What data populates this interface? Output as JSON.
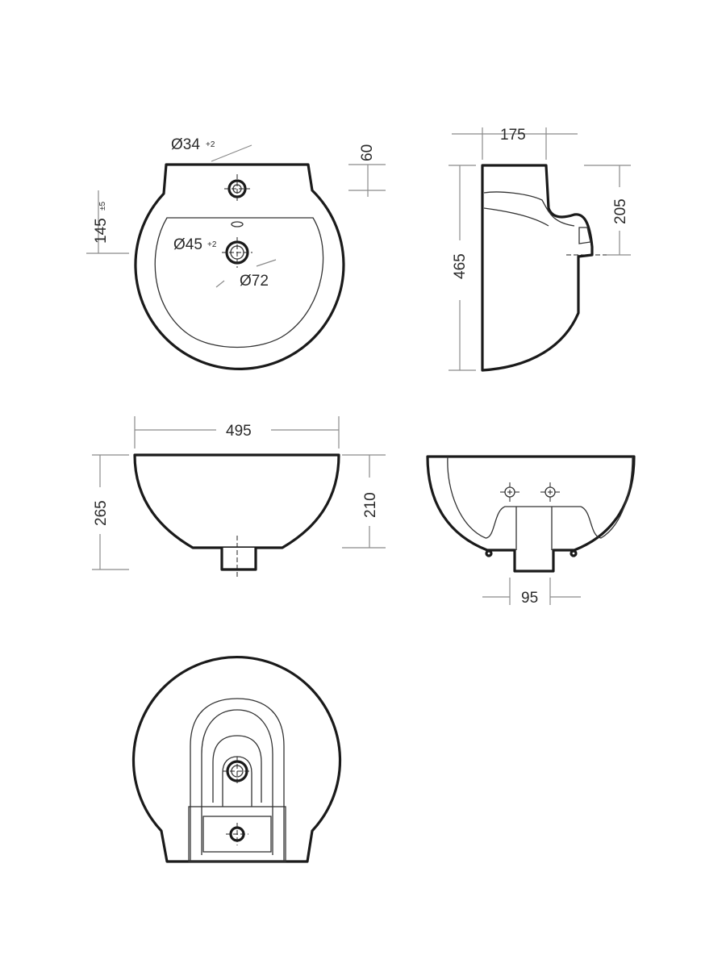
{
  "dimensions": {
    "d34": "Ø34",
    "d34_tol": "+2",
    "h60": "60",
    "h145": "145",
    "h145_tol": "±5",
    "d45": "Ø45",
    "d45_tol": "+2",
    "d72": "Ø72",
    "w175": "175",
    "h205": "205",
    "h465": "465",
    "w495": "495",
    "h265": "265",
    "h210": "210",
    "w95": "95"
  }
}
